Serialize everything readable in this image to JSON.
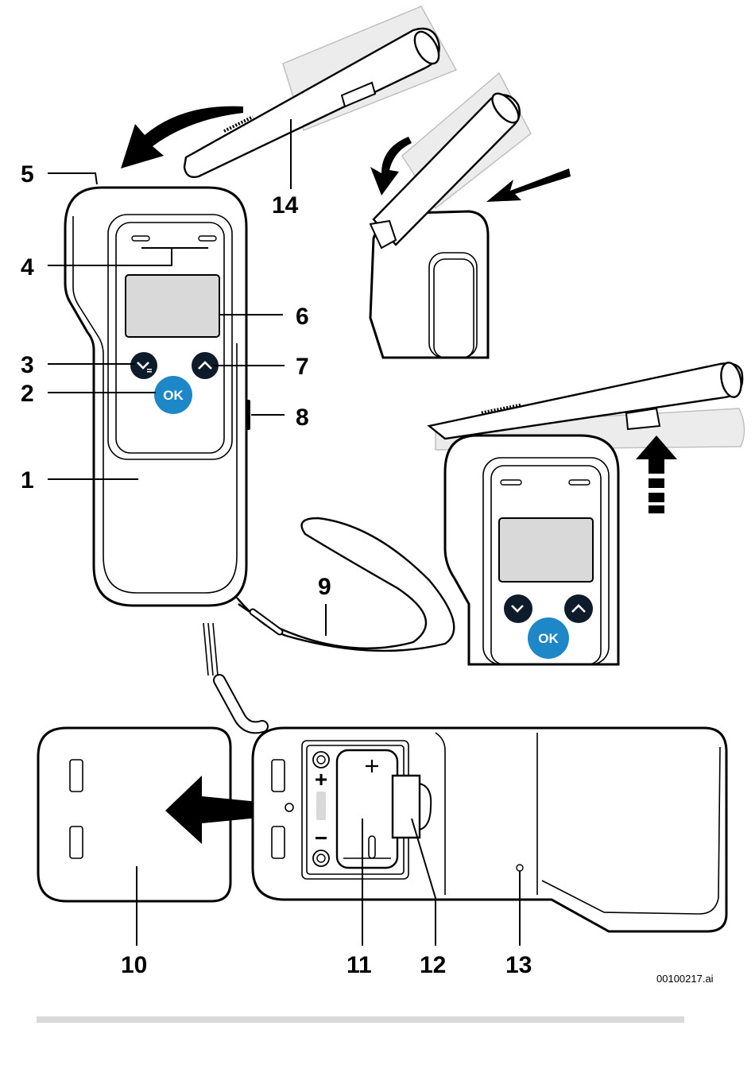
{
  "callouts": {
    "c1": "1",
    "c2": "2",
    "c3": "3",
    "c4": "4",
    "c5": "5",
    "c6": "6",
    "c7": "7",
    "c8": "8",
    "c9": "9",
    "c10": "10",
    "c11": "11",
    "c12": "12",
    "c13": "13",
    "c14": "14"
  },
  "buttons": {
    "ok_label": "OK"
  },
  "battery": {
    "plus": "+",
    "minus": "−"
  },
  "file_reference": "00100217.ai",
  "colors": {
    "ok_button": "#1e87c8",
    "nav_button": "#0d1b2a",
    "screen": "#d9d9d9",
    "sleeve": "#c8c8c8",
    "footer_bar": "#d9d9d9"
  },
  "icons": [
    "chevron-down-menu-icon",
    "chevron-up-icon",
    "curved-arrow-icon",
    "straight-arrow-icon",
    "dashed-up-arrow-icon"
  ]
}
